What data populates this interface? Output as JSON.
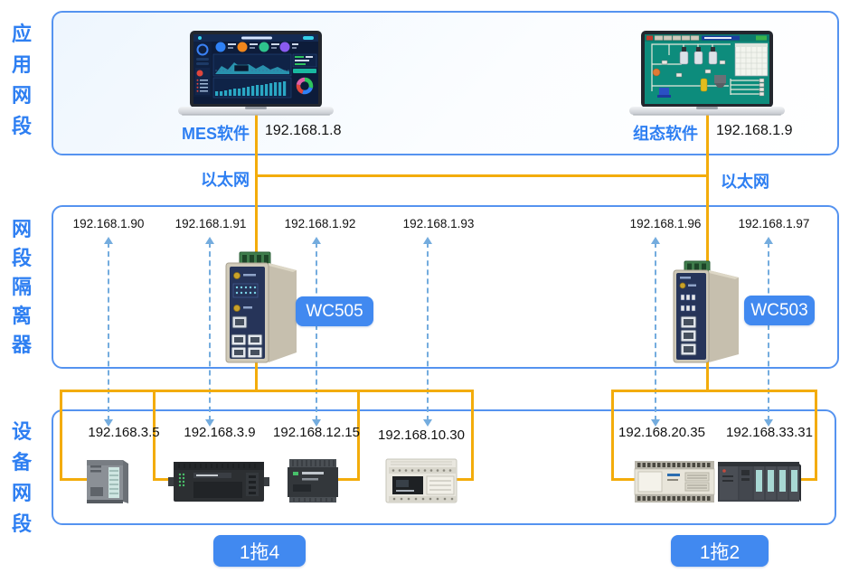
{
  "colors": {
    "accent_blue_text": "#2e7ff2",
    "badge_blue": "#4189f0",
    "box_border_blue": "#5593f0",
    "connector_yellow": "#f3ac0b",
    "mapping_dash_blue": "#74acde"
  },
  "sections": {
    "application": {
      "label": "应用网段"
    },
    "isolator": {
      "label": "网段隔离器"
    },
    "device": {
      "label": "设备网段"
    }
  },
  "application_segment": {
    "computers": [
      {
        "software": "MES软件",
        "ip": "192.168.1.8"
      },
      {
        "software": "组态软件",
        "ip": "192.168.1.9"
      }
    ],
    "ethernet_labels": [
      "以太网",
      "以太网"
    ]
  },
  "isolator_segment": {
    "wan_ips": [
      "192.168.1.90",
      "192.168.1.91",
      "192.168.1.92",
      "192.168.1.93",
      "192.168.1.96",
      "192.168.1.97"
    ],
    "gateways": [
      {
        "model": "WC505",
        "group_label": "1拖4"
      },
      {
        "model": "WC503",
        "group_label": "1拖2"
      }
    ]
  },
  "device_segment": {
    "device_ips": [
      "192.168.3.5",
      "192.168.3.9",
      "192.168.12.15",
      "192.168.10.30",
      "192.168.20.35",
      "192.168.33.31"
    ]
  }
}
